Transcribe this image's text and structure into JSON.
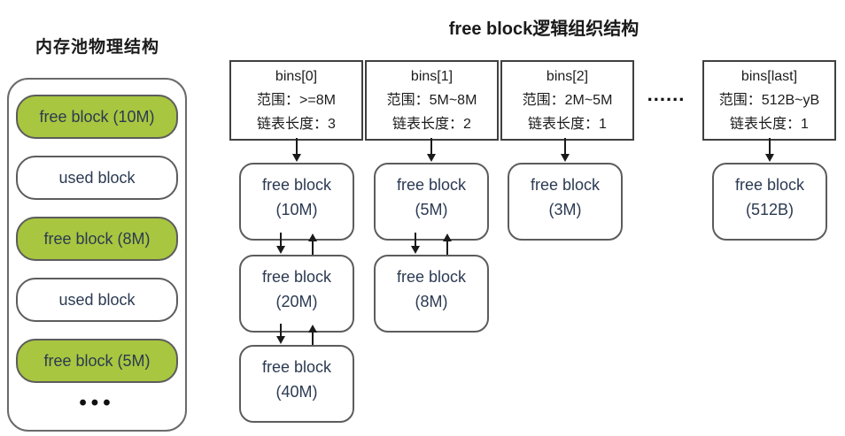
{
  "colors": {
    "free_block_green": "#a8c63f",
    "box_border_gray": "#5c5c5c",
    "bin_border_dark": "#404040",
    "text_navy": "#2b3a52",
    "text_black": "#1a1a1a"
  },
  "left_panel": {
    "title": "内存池物理结构",
    "blocks": [
      {
        "label": "free block (10M)",
        "type": "free"
      },
      {
        "label": "used block",
        "type": "used"
      },
      {
        "label": "free block (8M)",
        "type": "free"
      },
      {
        "label": "used block",
        "type": "used"
      },
      {
        "label": "free block (5M)",
        "type": "free"
      }
    ],
    "ellipsis": "•••"
  },
  "right_panel": {
    "title": "free block逻辑组织结构",
    "bins": [
      {
        "name": "bins[0]",
        "range_label": "范围：>=8M",
        "length_label": "链表长度：3"
      },
      {
        "name": "bins[1]",
        "range_label": "范围：5M~8M",
        "length_label": "链表长度：2"
      },
      {
        "name": "bins[2]",
        "range_label": "范围：2M~5M",
        "length_label": "链表长度：1"
      },
      {
        "name": "bins[last]",
        "range_label": "范围：512B~yB",
        "length_label": "链表长度：1"
      }
    ],
    "ellipsis": "......",
    "chains": [
      {
        "bin": "bins[0]",
        "nodes": [
          {
            "title": "free block",
            "size": "(10M)"
          },
          {
            "title": "free block",
            "size": "(20M)"
          },
          {
            "title": "free block",
            "size": "(40M)"
          }
        ]
      },
      {
        "bin": "bins[1]",
        "nodes": [
          {
            "title": "free block",
            "size": "(5M)"
          },
          {
            "title": "free block",
            "size": "(8M)"
          }
        ]
      },
      {
        "bin": "bins[2]",
        "nodes": [
          {
            "title": "free block",
            "size": "(3M)"
          }
        ]
      },
      {
        "bin": "bins[last]",
        "nodes": [
          {
            "title": "free block",
            "size": "(512B)"
          }
        ]
      }
    ]
  }
}
